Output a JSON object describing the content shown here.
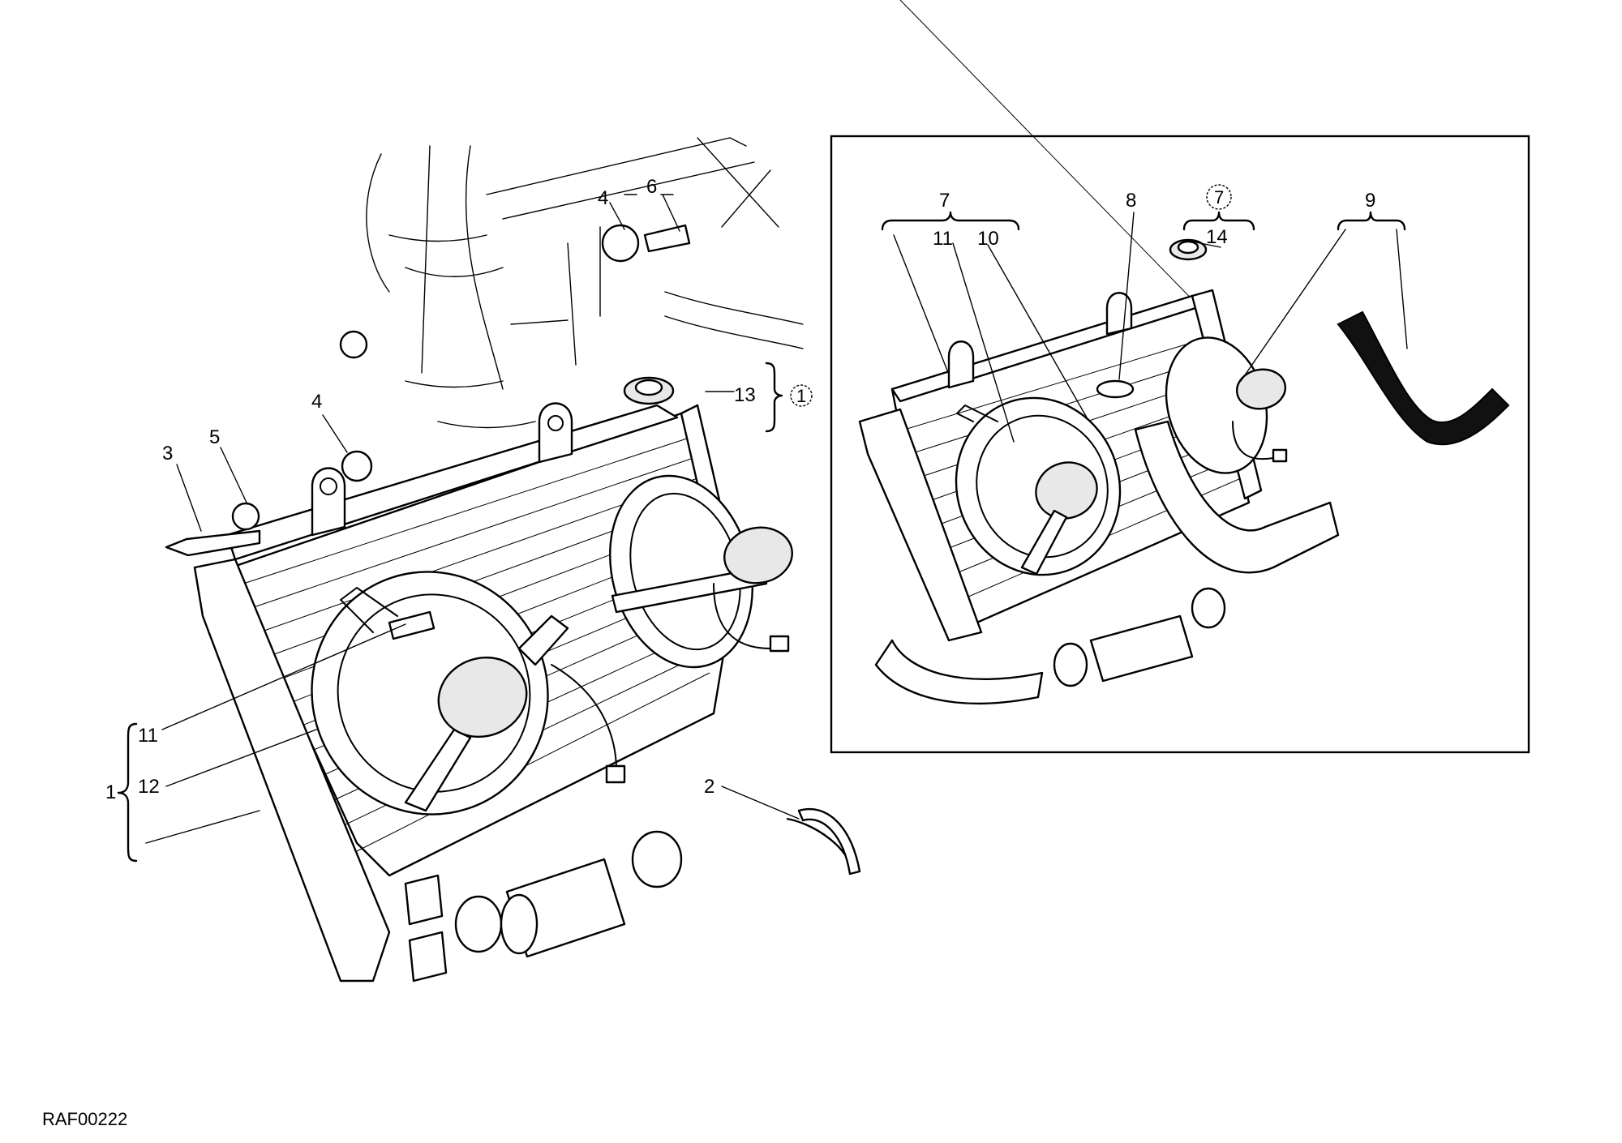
{
  "drawing_code": "RAF00222",
  "main_callouts": {
    "c1": "1",
    "c2": "2",
    "c3": "3",
    "c4a": "4",
    "c4b": "4",
    "c5": "5",
    "c6": "6",
    "c11": "11",
    "c12": "12",
    "c13": "13",
    "c13_ref": "1",
    "c1_11": "11",
    "c1_12": "12"
  },
  "inset_callouts": {
    "c7": "7",
    "c7_ref": "7",
    "c8": "8",
    "c9": "9",
    "c10": "10",
    "c11": "11",
    "c14": "14"
  },
  "colors": {
    "line": "#000000",
    "background": "#ffffff",
    "hose": "#111111"
  }
}
